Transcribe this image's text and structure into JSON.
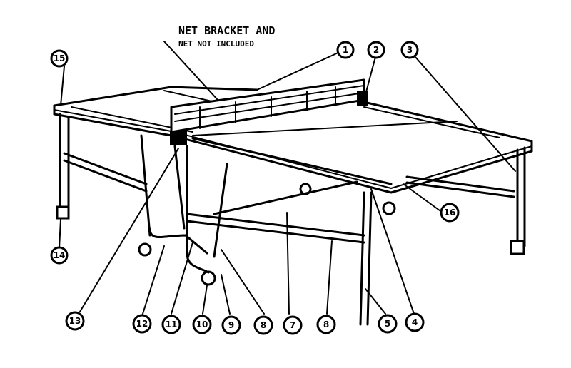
{
  "note": {
    "line1": "NET BRACKET AND",
    "line2": "NET NOT INCLUDED"
  },
  "callouts": [
    {
      "id": "c1",
      "label": "1"
    },
    {
      "id": "c2",
      "label": "2"
    },
    {
      "id": "c3",
      "label": "3"
    },
    {
      "id": "c4",
      "label": "4"
    },
    {
      "id": "c5",
      "label": "5"
    },
    {
      "id": "c6",
      "label": "8"
    },
    {
      "id": "c7",
      "label": "7"
    },
    {
      "id": "c8",
      "label": "8"
    },
    {
      "id": "c9",
      "label": "9"
    },
    {
      "id": "c10",
      "label": "10"
    },
    {
      "id": "c11",
      "label": "11"
    },
    {
      "id": "c12",
      "label": "12"
    },
    {
      "id": "c13",
      "label": "13"
    },
    {
      "id": "c14",
      "label": "14"
    },
    {
      "id": "c15",
      "label": "15"
    },
    {
      "id": "c16",
      "label": "16"
    }
  ]
}
